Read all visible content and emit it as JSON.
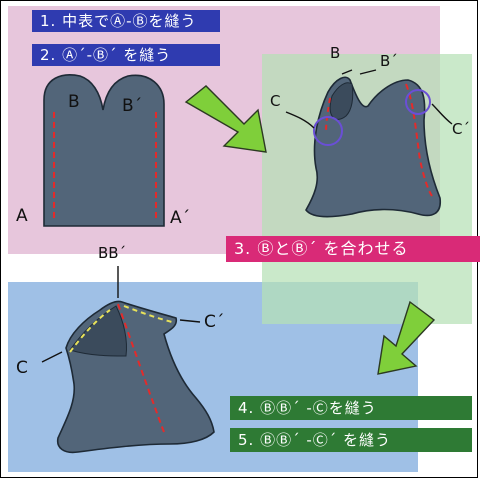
{
  "steps": {
    "step1": "1. 中表でⒶ-Ⓑを縫う",
    "step2": "2. Ⓐ´-Ⓑ´ を縫う",
    "step3": "3. ⒷとⒷ´ を合わせる",
    "step4": "4. ⒷⒷ´ -Ⓒを縫う",
    "step5": "5. ⒷⒷ´ -Ⓒ´ を縫う"
  },
  "labels": {
    "p1_A": "A",
    "p1_A_prime": "A´",
    "p1_B": "B",
    "p1_B_prime": "B´",
    "p2_B": "B",
    "p2_B_prime": "B´",
    "p2_C": "C",
    "p2_C_prime": "C´",
    "p3_BB_prime": "BB´",
    "p3_C": "C",
    "p3_C_prime": "C´"
  },
  "colors": {
    "panel_pink": "#e7c6dc",
    "panel_green": "#b6e1b6",
    "panel_blue": "#9fc0e6",
    "step_blue": "#2f3bb0",
    "step_pink": "#d92a77",
    "step_green": "#2e7a34",
    "fabric": "#526579",
    "seam_red": "#e32b2b",
    "seam_yellow": "#e8e25a",
    "arrow_green": "#7fcf3a",
    "circle_purple": "#6a4fd6"
  }
}
